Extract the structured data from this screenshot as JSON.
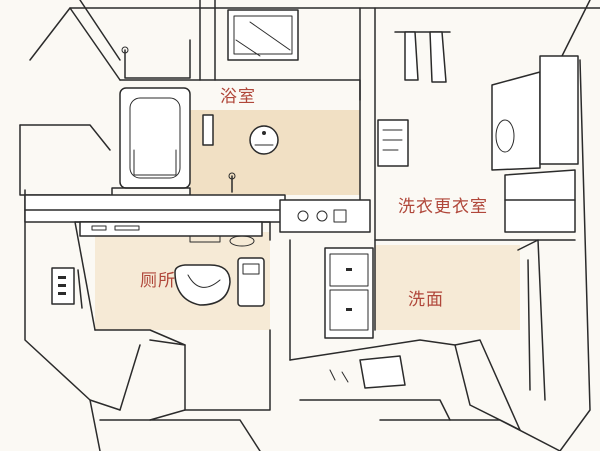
{
  "labels": {
    "bathroom": "浴室",
    "laundry_dressing": "洗衣更衣室",
    "toilet": "厕所",
    "washroom": "洗面"
  },
  "colors": {
    "label": "#b0473a",
    "floor_bath": "#f1e0c4",
    "floor_other": "#f6ead6",
    "ink": "#2b2b2b"
  }
}
